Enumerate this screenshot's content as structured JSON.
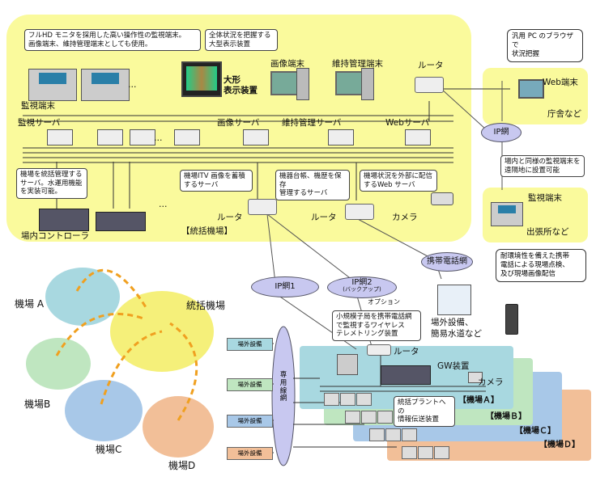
{
  "center": {
    "notes": {
      "fullhd": [
        "フルHD モニタを採用した高い操作性の監視端末。",
        "画像端末、維持管理端末としても使用。"
      ],
      "large_display": [
        "全体状況を把握する",
        "大型表示装置"
      ],
      "control_server": [
        "機場を統括管理する",
        "サーバ。水運用機能",
        "を実装可能。"
      ],
      "itv_server": [
        "機場ITV 画像を蓄積",
        "するサーバ"
      ],
      "maint_server": [
        "機器台帳、機歴を保存",
        "管理するサーバ"
      ],
      "web_server": [
        "機場状況を外部に配信",
        "するWeb サーバ"
      ]
    },
    "labels": {
      "monitor_terminal": "監視端末",
      "monitor_server": "監視サーバ",
      "image_server": "画像サーバ",
      "maint_server": "維持管理サーバ",
      "web_server": "Webサーバ",
      "large_display_1": "大形",
      "large_display_2": "表示装置",
      "image_terminal": "画像端末",
      "maint_terminal": "維持管理端末",
      "router_top": "ルータ",
      "router_left": "ルータ",
      "router_mid": "ルータ",
      "camera": "カメラ",
      "onsite_controller": "場内コントローラ",
      "area_name": "【統括機場】",
      "dots": "…"
    }
  },
  "remote": {
    "web_note": [
      "汎用 PC のブラウザで",
      "状況把握"
    ],
    "web_terminal": "Web端末",
    "govt_office": "庁舎など",
    "ip_network": "IP網",
    "branch_note": [
      "場内と同様の監視端末を",
      "遠隔地に設置可能"
    ],
    "branch_terminal": "監視端末",
    "branch_office": "出張所など"
  },
  "network": {
    "ip1": "IP網1",
    "ip2": "IP網2",
    "ip2_sub": "(バックアップ)",
    "mobile_net": "携帯電話網",
    "option": "オプション",
    "telemetry_note": [
      "小規模子局を携帯電話網",
      "で監視するワイヤレス",
      "テレメトリング装置"
    ],
    "outdoor_1": "場外設備、",
    "outdoor_2": "簡易水道など",
    "field_note": [
      "耐環境性を備えた携帯",
      "電話による現場点検、",
      "及び現場画像配信"
    ],
    "private_line": "専用線網"
  },
  "sites": {
    "map_labels": [
      "機場 A",
      "統括機場",
      "機場B",
      "機場C",
      "機場D"
    ],
    "stack_labels": [
      "【機場Ａ】",
      "【機場Ｂ】",
      "【機場Ｃ】",
      "【機場Ｄ】"
    ],
    "router": "ルータ",
    "gw": "GW装置",
    "camera": "カメラ",
    "plant_note": [
      "統括プラントへの",
      "情報伝送装置"
    ],
    "outside_equipment": [
      "場外設備",
      "場外設備",
      "場外設備",
      "場外設備"
    ]
  },
  "colors": {
    "center_bg": "#fafa9c",
    "site_a": "#a8d8e0",
    "site_b": "#bfe6c0",
    "site_c": "#a8c8e8",
    "site_d": "#f2bf98",
    "ellipse": "#c8c8f0",
    "dashed": "#f0a020"
  }
}
